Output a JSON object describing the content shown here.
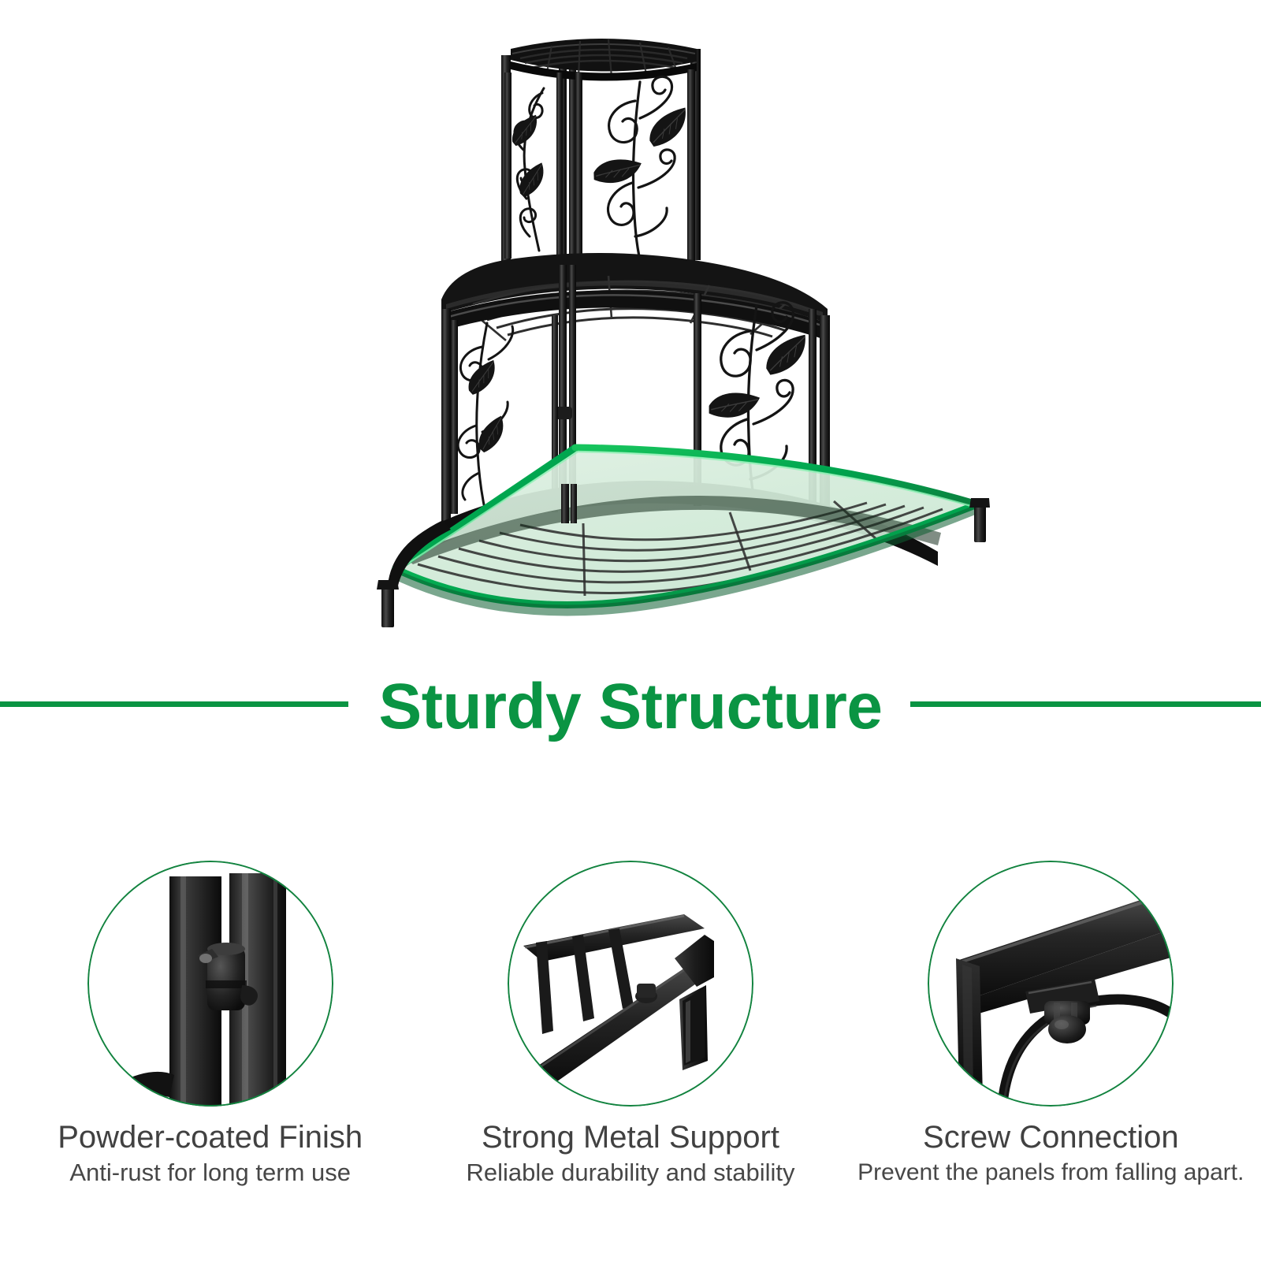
{
  "product": {
    "name": "3-tier corner plant stand",
    "description": "Black metal quarter-round corner plant stand with leaf-and-vine scrollwork side panels and a green tempered glass bottom shelf",
    "tiers": 3,
    "frame_color": "#1b1b1b",
    "glass_color": "#d7ecdc",
    "glass_edge_color": "#00a64f"
  },
  "headline": {
    "text": "Sturdy Structure",
    "color": "#0a9443",
    "rule_color": "#0a9443"
  },
  "features": [
    {
      "id": "powder-coated-finish",
      "title": "Powder-coated Finish",
      "subtitle": "Anti-rust for long term use",
      "photo_alt": "Close-up of two black powder-coated uprights joined by a cylindrical knob connector",
      "ring_color": "#12833f"
    },
    {
      "id": "strong-metal-support",
      "title": "Strong Metal Support",
      "subtitle": "Reliable durability and stability",
      "photo_alt": "Close-up of the black square-tube shelf frame corner with a leg and cross slats",
      "ring_color": "#12833f"
    },
    {
      "id": "screw-connection",
      "title": "Screw Connection",
      "subtitle": "Prevent the panels from falling apart.",
      "photo_alt": "Close-up of a black bolt and nut fastening a shelf rail to the curved frame",
      "ring_color": "#12833f"
    }
  ],
  "colors": {
    "brand_green": "#0a9443",
    "ring_green": "#12833f",
    "text_dark": "#414141",
    "text_sub": "#474747",
    "metal_black": "#1b1b1b",
    "background": "#ffffff"
  }
}
